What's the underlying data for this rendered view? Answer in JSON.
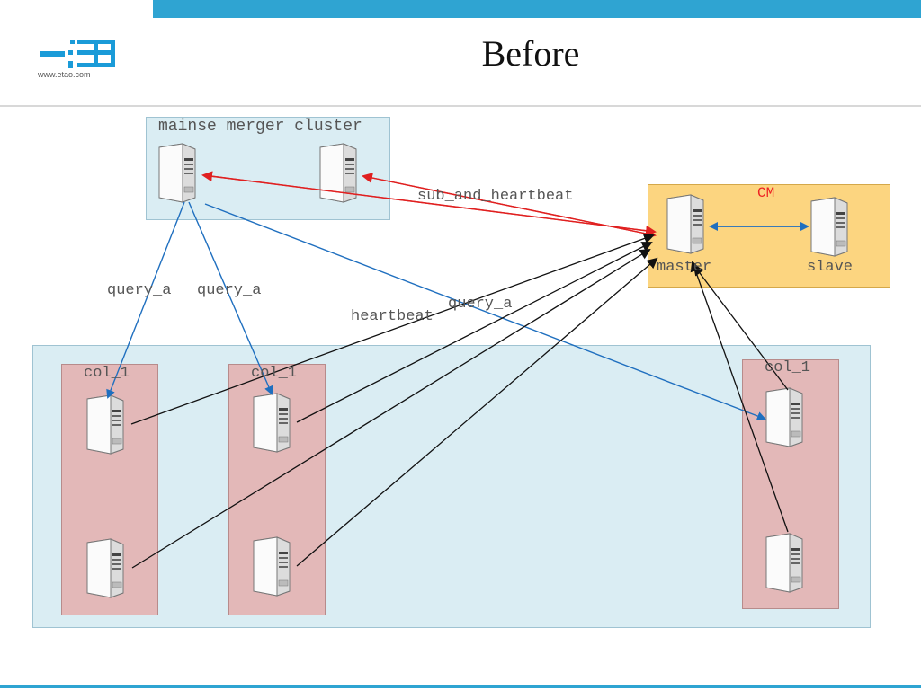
{
  "slide": {
    "title": "Before",
    "logo_url": "www.etao.com",
    "logo_text": "一淘"
  },
  "groups": {
    "merger": "mainse merger cluster",
    "cm": "CM",
    "col_a": "col_1",
    "col_b": "col_1",
    "col_c": "col_1"
  },
  "nodes": {
    "master": "master",
    "slave": "slave"
  },
  "edges": {
    "sub": "sub_and_heartbeat",
    "query_left": "query_a",
    "query_mid": "query_a",
    "query_right": "query_a",
    "heartbeat": "heartbeat"
  },
  "colors": {
    "accent": "#2fa4d2",
    "query_arrow": "#1f6fbf",
    "sub_arrow": "#e02020",
    "heartbeat_arrow": "#111111"
  }
}
